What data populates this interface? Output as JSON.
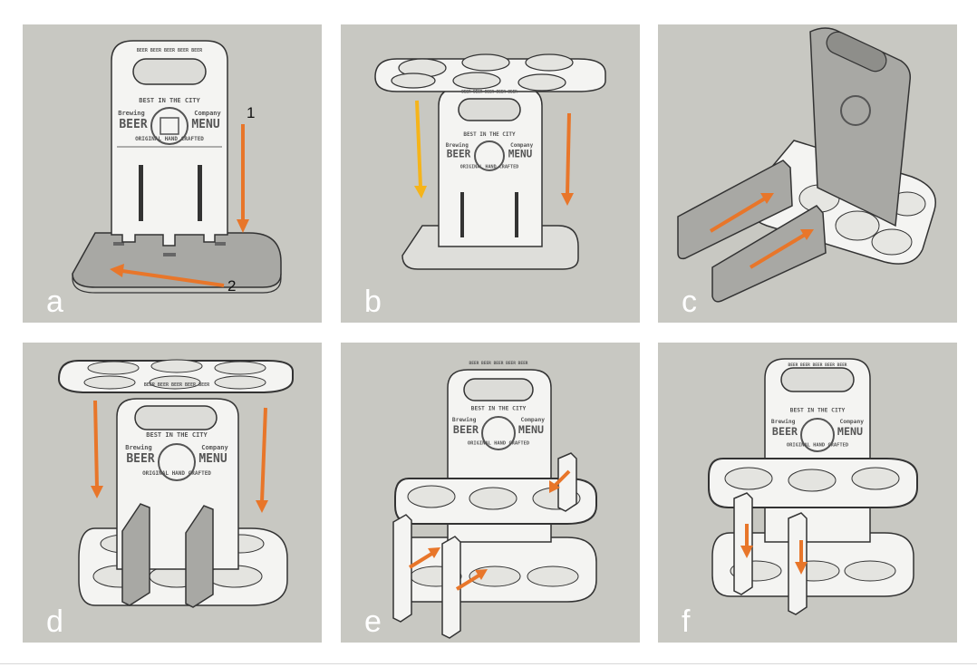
{
  "panels": [
    {
      "label": "a",
      "callouts": [
        "1",
        "2"
      ]
    },
    {
      "label": "b"
    },
    {
      "label": "c"
    },
    {
      "label": "d"
    },
    {
      "label": "e"
    },
    {
      "label": "f"
    }
  ],
  "engraving": {
    "line1": "BEST IN THE CITY",
    "left": "Brewing",
    "right": "Company",
    "beer": "BEER",
    "menu": "MENU",
    "tagline": "ORIGINAL HAND CRAFTED",
    "rim": "BEER BEER BEER BEER BEER"
  },
  "colors": {
    "panel_bg": "#c8c8c2",
    "arrow_orange": "#e8762a",
    "arrow_yellow": "#f5b41a",
    "part_white": "#f4f4f2",
    "part_grey": "#a8a8a4",
    "outline": "#333333"
  }
}
